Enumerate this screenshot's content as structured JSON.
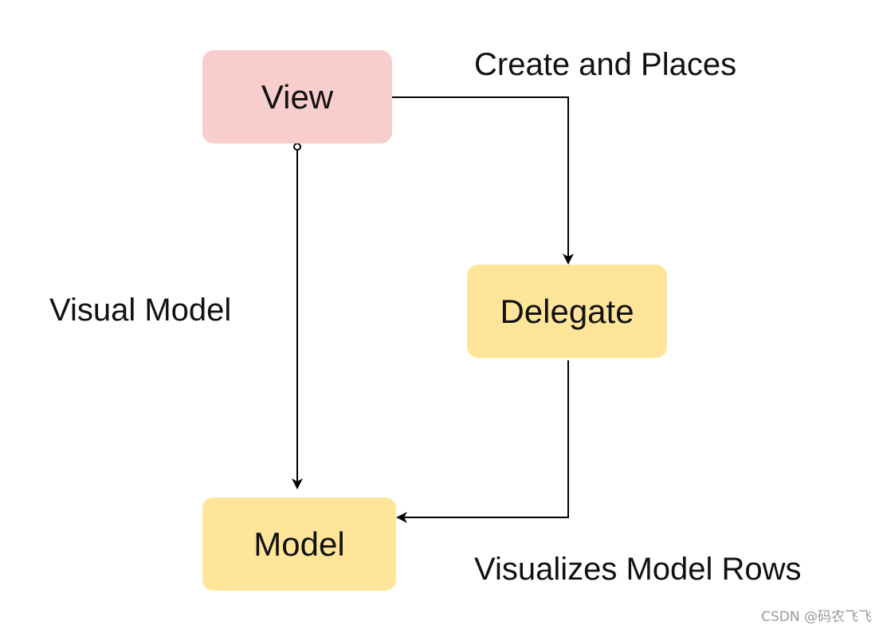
{
  "nodes": {
    "view": {
      "label": "View",
      "fill": "#f8cecc"
    },
    "delegate": {
      "label": "Delegate",
      "fill": "#ffe599"
    },
    "model": {
      "label": "Model",
      "fill": "#ffe599"
    }
  },
  "edges": {
    "view_to_delegate": {
      "label": "Create and Places"
    },
    "view_to_model": {
      "label": "Visual Model"
    },
    "delegate_to_model": {
      "label": "Visualizes Model Rows"
    }
  },
  "colors": {
    "line": "#000000"
  },
  "watermark": "CSDN @码农飞飞"
}
